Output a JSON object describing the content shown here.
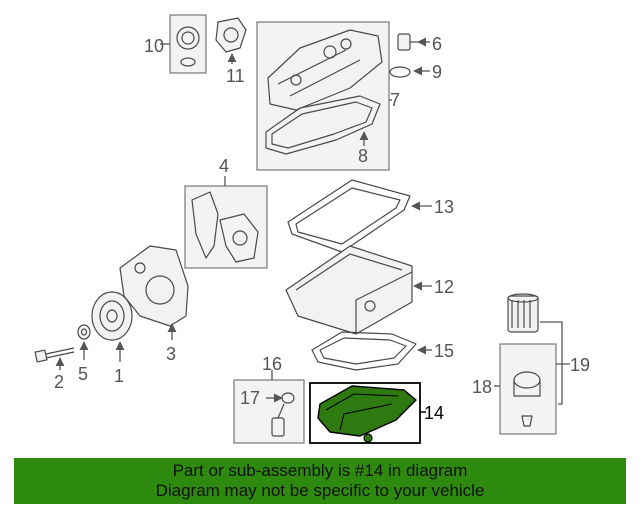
{
  "callouts": {
    "c1": "1",
    "c2": "2",
    "c3": "3",
    "c4": "4",
    "c5": "5",
    "c6": "6",
    "c7": "7",
    "c8": "8",
    "c9": "9",
    "c10": "10",
    "c11": "11",
    "c12": "12",
    "c13": "13",
    "c14": "14",
    "c15": "15",
    "c16": "16",
    "c17": "17",
    "c18": "18",
    "c19": "19"
  },
  "highlighted_part": "14",
  "colors": {
    "banner": "#2d8a0f",
    "highlight_part": "#2f7a10"
  },
  "banner": {
    "line1": "Part or sub-assembly is #14 in diagram",
    "line2": "Diagram may not be specific to your vehicle"
  }
}
